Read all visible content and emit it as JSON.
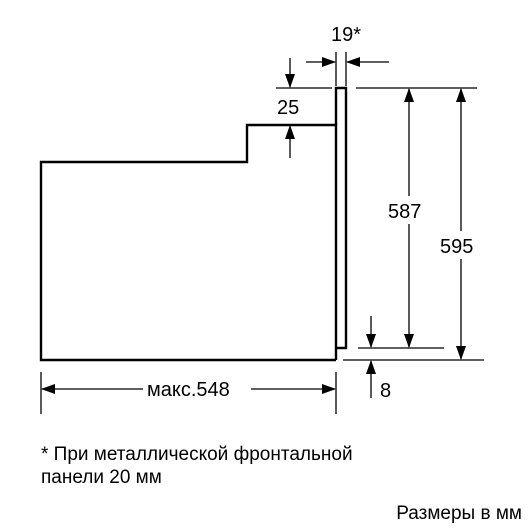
{
  "dimensions": {
    "front_depth": "19*",
    "step_height": "25",
    "inner_height": "587",
    "total_height": "595",
    "bottom_offset": "8",
    "max_depth": "макс.548"
  },
  "notes": {
    "footnote_line1": "* При металлической фронтальной",
    "footnote_line2": "панели 20 мм",
    "units": "Размеры в мм"
  }
}
